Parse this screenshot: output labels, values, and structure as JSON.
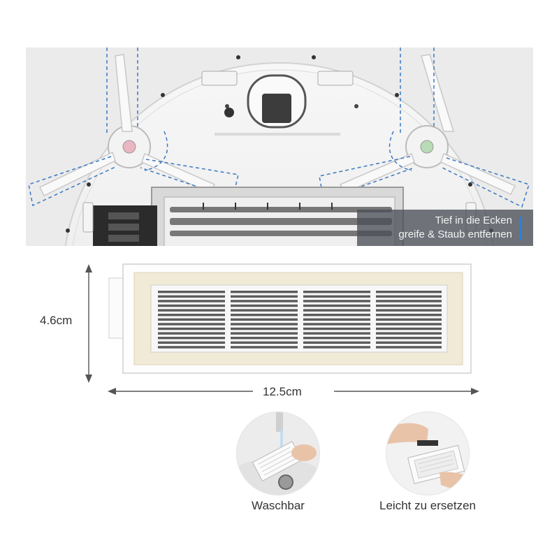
{
  "banner": {
    "caption_line1": "Tief in die Ecken",
    "caption_line2": "greife & Staub entfernen",
    "accent_color": "#2d7fd8"
  },
  "dimensions": {
    "height": "4.6cm",
    "width": "12.5cm"
  },
  "features": [
    {
      "label": "Waschbar",
      "icon": "washing-under-tap"
    },
    {
      "label": "Leicht zu ersetzen",
      "icon": "replacing-filter"
    }
  ]
}
